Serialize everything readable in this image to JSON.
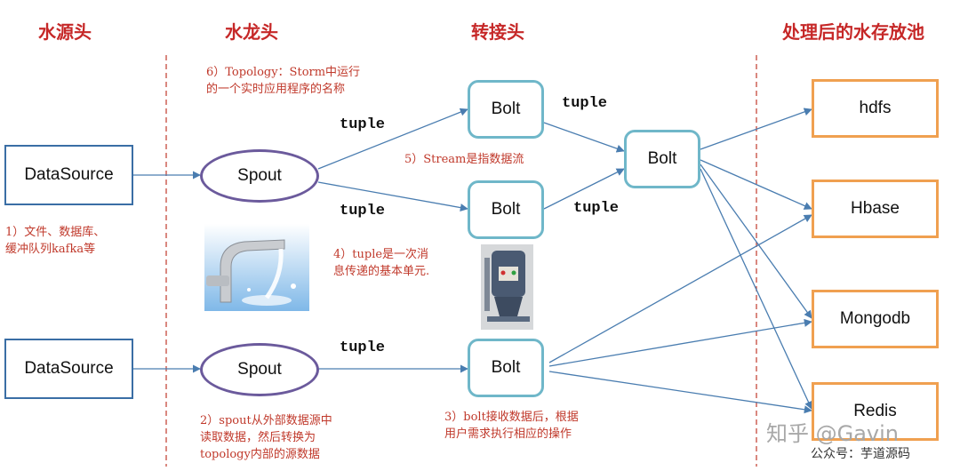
{
  "headings": {
    "source": "水源头",
    "faucet": "水龙头",
    "adapter": "转接头",
    "storage": "处理后的水存放池"
  },
  "nodes": {
    "datasource1": "DataSource",
    "datasource2": "DataSource",
    "spout1": "Spout",
    "spout2": "Spout",
    "bolt_top": "Bolt",
    "bolt_mid": "Bolt",
    "bolt_merge": "Bolt",
    "bolt_bottom": "Bolt",
    "sink_hdfs": "hdfs",
    "sink_hbase": "Hbase",
    "sink_mongodb": "Mongodb",
    "sink_redis": "Redis"
  },
  "edge_labels": {
    "tuple1": "tuple",
    "tuple2": "tuple",
    "tuple3": "tuple",
    "tuple4": "tuple",
    "tuple5": "tuple"
  },
  "notes": {
    "n1_line1": "1）文件、数据库、",
    "n1_line2": "缓冲队列kafka等",
    "n2_line1": "2）spout从外部数据源中",
    "n2_line2": "读取数据，然后转换为",
    "n2_line3": "topology内部的源数据",
    "n3_line1": "3）bolt接收数据后，根据",
    "n3_line2": "用户需求执行相应的操作",
    "n4_line1": "4）tuple是一次消",
    "n4_line2": "息传递的基本单元.",
    "n5": "5）Stream是指数据流",
    "n6_line1": "6）Topology：Storm中运行",
    "n6_line2": "的一个实时应用程序的名称"
  },
  "watermark": {
    "main": "知乎 @Gavin",
    "sub": "公众号：芋道源码"
  },
  "colors": {
    "heading": "#c62828",
    "datasource_border": "#3a6ea5",
    "spout_border": "#6b5a9c",
    "bolt_border": "#6fb7c9",
    "sink_border": "#f0a050",
    "arrow": "#4a7db0",
    "divider": "#c0392b"
  }
}
